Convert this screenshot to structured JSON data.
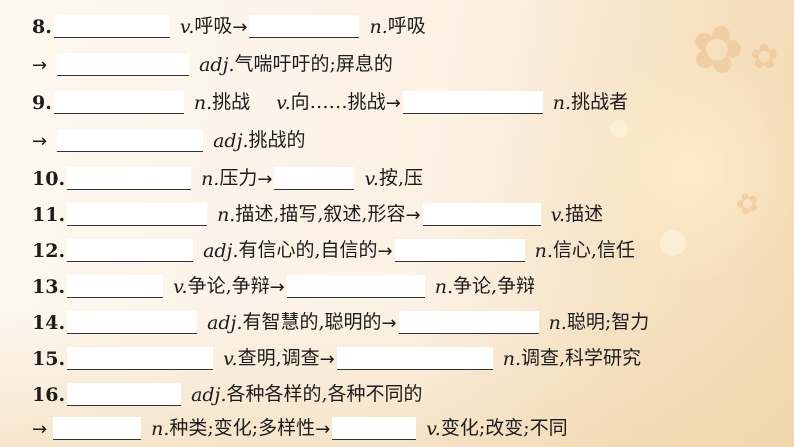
{
  "items": [
    {
      "num": "8.",
      "p1": "v.",
      "m1": "呼吸",
      "arrow": "→",
      "p2": "n.",
      "m2": "呼吸"
    },
    {
      "cont_arrow": "→",
      "p1": "adj.",
      "m1": "气喘吁吁的;屏息的"
    },
    {
      "num": "9.",
      "p1": "n.",
      "m1": "挑战",
      "p1b": "v.",
      "m1b": "向……挑战",
      "arrow": "→",
      "p2": "n.",
      "m2": "挑战者"
    },
    {
      "cont_arrow": "→",
      "p1": "adj.",
      "m1": "挑战的"
    },
    {
      "num": "10.",
      "p1": "n.",
      "m1": "压力",
      "arrow": "→",
      "p2": "v.",
      "m2": "按,压"
    },
    {
      "num": "11.",
      "p1": "n.",
      "m1": "描述,描写,叙述,形容",
      "arrow": "→",
      "p2": "v.",
      "m2": "描述"
    },
    {
      "num": "12.",
      "p1": "adj.",
      "m1": "有信心的,自信的",
      "arrow": "→",
      "p2": "n.",
      "m2": "信心,信任"
    },
    {
      "num": "13.",
      "p1": "v.",
      "m1": "争论,争辩",
      "arrow": "→",
      "p2": "n.",
      "m2": "争论,争辩"
    },
    {
      "num": "14.",
      "p1": "adj.",
      "m1": "有智慧的,聪明的",
      "arrow": "→",
      "p2": "n.",
      "m2": "聪明;智力"
    },
    {
      "num": "15.",
      "p1": "v.",
      "m1": "查明,调查",
      "arrow": "→",
      "p2": "n.",
      "m2": "调查,科学研究"
    },
    {
      "num": "16.",
      "p1": "adj.",
      "m1": "各种各样的,各种不同的"
    },
    {
      "cont_arrow": "→",
      "p1": "n.",
      "m1": "种类;变化;多样性",
      "arrow": "→",
      "p2": "v.",
      "m2": "变化;改变;不同"
    }
  ]
}
